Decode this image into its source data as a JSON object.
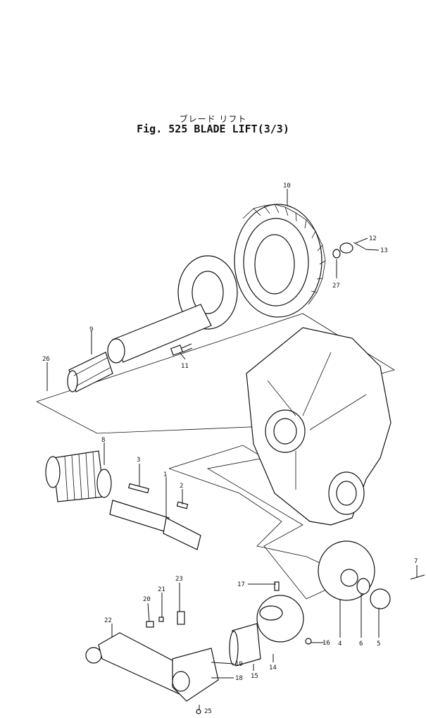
{
  "title": {
    "japanese": "ブレード リフト",
    "english": "Fig. 525 BLADE LIFT(3/3)"
  },
  "callouts": [
    "10",
    "12",
    "13",
    "27",
    "9",
    "26",
    "11",
    "8",
    "3",
    "1",
    "2",
    "7",
    "17",
    "23",
    "21",
    "20",
    "22",
    "16",
    "14",
    "15",
    "19",
    "18",
    "4",
    "6",
    "5",
    "25"
  ],
  "colors": {
    "ink": "#111111",
    "paper": "#ffffff"
  }
}
